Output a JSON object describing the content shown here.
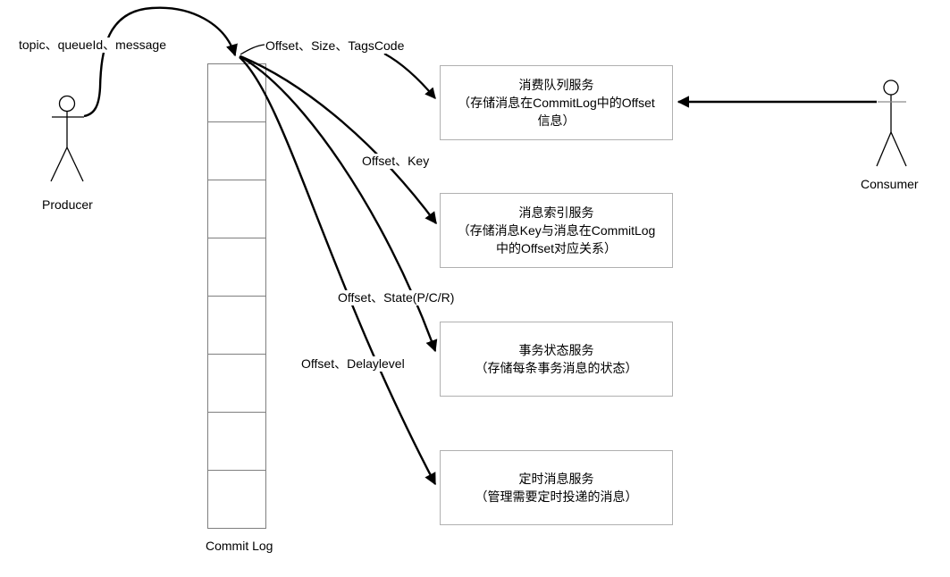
{
  "diagram_title": "RocketMQ Commit Log dispatch diagram",
  "actors": {
    "producer": "Producer",
    "consumer": "Consumer"
  },
  "commit_log": {
    "label": "Commit Log",
    "cell_count": 8
  },
  "flow_labels": {
    "producer_to_log": "topic、queueId、message",
    "log_to_consume_queue": "Offset、Size、TagsCode",
    "log_to_index": "Offset、Key",
    "log_to_transaction": "Offset、State(P/C/R)",
    "log_to_schedule": "Offset、Delaylevel"
  },
  "services": [
    {
      "lines": [
        "消费队列服务",
        "（存储消息在CommitLog中的Offset",
        "信息）"
      ]
    },
    {
      "lines": [
        "消息索引服务",
        "（存储消息Key与消息在CommitLog",
        "中的Offset对应关系）"
      ]
    },
    {
      "lines": [
        "事务状态服务",
        "（存储每条事务消息的状态）"
      ]
    },
    {
      "lines": [
        "定时消息服务",
        "（管理需要定时投递的消息）"
      ]
    }
  ],
  "colors": {
    "line": "#000000",
    "service_box_border": "#b0b0b0",
    "commit_log_border": "#7f7f7f",
    "background": "#ffffff"
  }
}
